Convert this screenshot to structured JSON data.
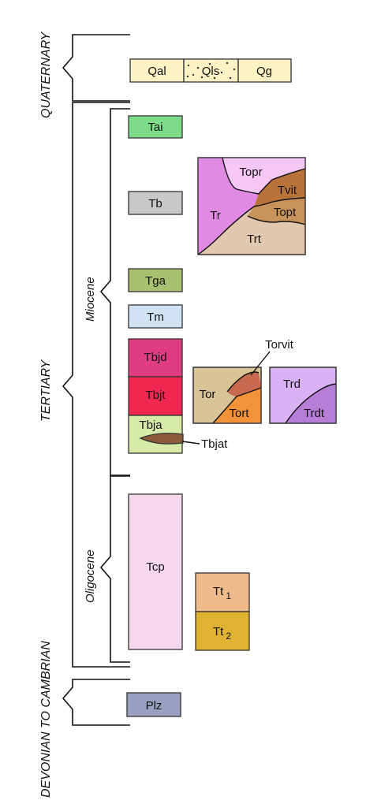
{
  "eras": [
    {
      "id": "quaternary",
      "label": "QUATERNARY"
    },
    {
      "id": "tertiary",
      "label": "TERTIARY"
    },
    {
      "id": "devonian",
      "label": "DEVONIAN TO CAMBRIAN"
    }
  ],
  "epochs": [
    {
      "id": "miocene",
      "label": "Miocene"
    },
    {
      "id": "oligocene",
      "label": "Oligocene"
    }
  ],
  "units": {
    "Qal": "Qal",
    "Qls": "Qls",
    "Qg": "Qg",
    "Tai": "Tai",
    "Tb": "Tb",
    "Tga": "Tga",
    "Tm": "Tm",
    "Tbjd": "Tbjd",
    "Tbjt": "Tbjt",
    "Tbja": "Tbja",
    "Tbjat": "Tbjat",
    "Topr": "Topr",
    "Tvit": "Tvit",
    "Tr": "Tr",
    "Topt": "Topt",
    "Trt": "Trt",
    "Torvit": "Torvit",
    "Tor": "Tor",
    "Tort": "Tort",
    "Trd": "Trd",
    "Trdt": "Trdt",
    "Tcp": "Tcp",
    "Tt1": "Tt",
    "Tt1_sub": "1",
    "Tt2": "Tt",
    "Tt2_sub": "2",
    "Plz": "Plz"
  },
  "colors": {
    "Qal": "#fdf2c4",
    "Qls": "#fdf2c4",
    "Qg": "#fdf2c4",
    "Tai": "#7ddc88",
    "Tb": "#c8c8c8",
    "Tga": "#a9c070",
    "Tm": "#cfe3f5",
    "Tbjd": "#e03c82",
    "Tbjt": "#f02850",
    "Tbja": "#d7eaa8",
    "Tbjat": "#8b5a3a",
    "Topr": "#f6c6f4",
    "Tvit": "#b8733a",
    "Tr": "#e08ae3",
    "Topt": "#c8935a",
    "Trt": "#e2c8ae",
    "Torvit": "#c76a50",
    "Tor": "#d8c495",
    "Tort": "#f4923a",
    "Trd": "#d9b2f6",
    "Trdt": "#b77ed8",
    "Tcp": "#f6d7ee",
    "Tt1": "#efbb8c",
    "Tt2": "#e0b232",
    "Plz": "#9aa0c2"
  }
}
